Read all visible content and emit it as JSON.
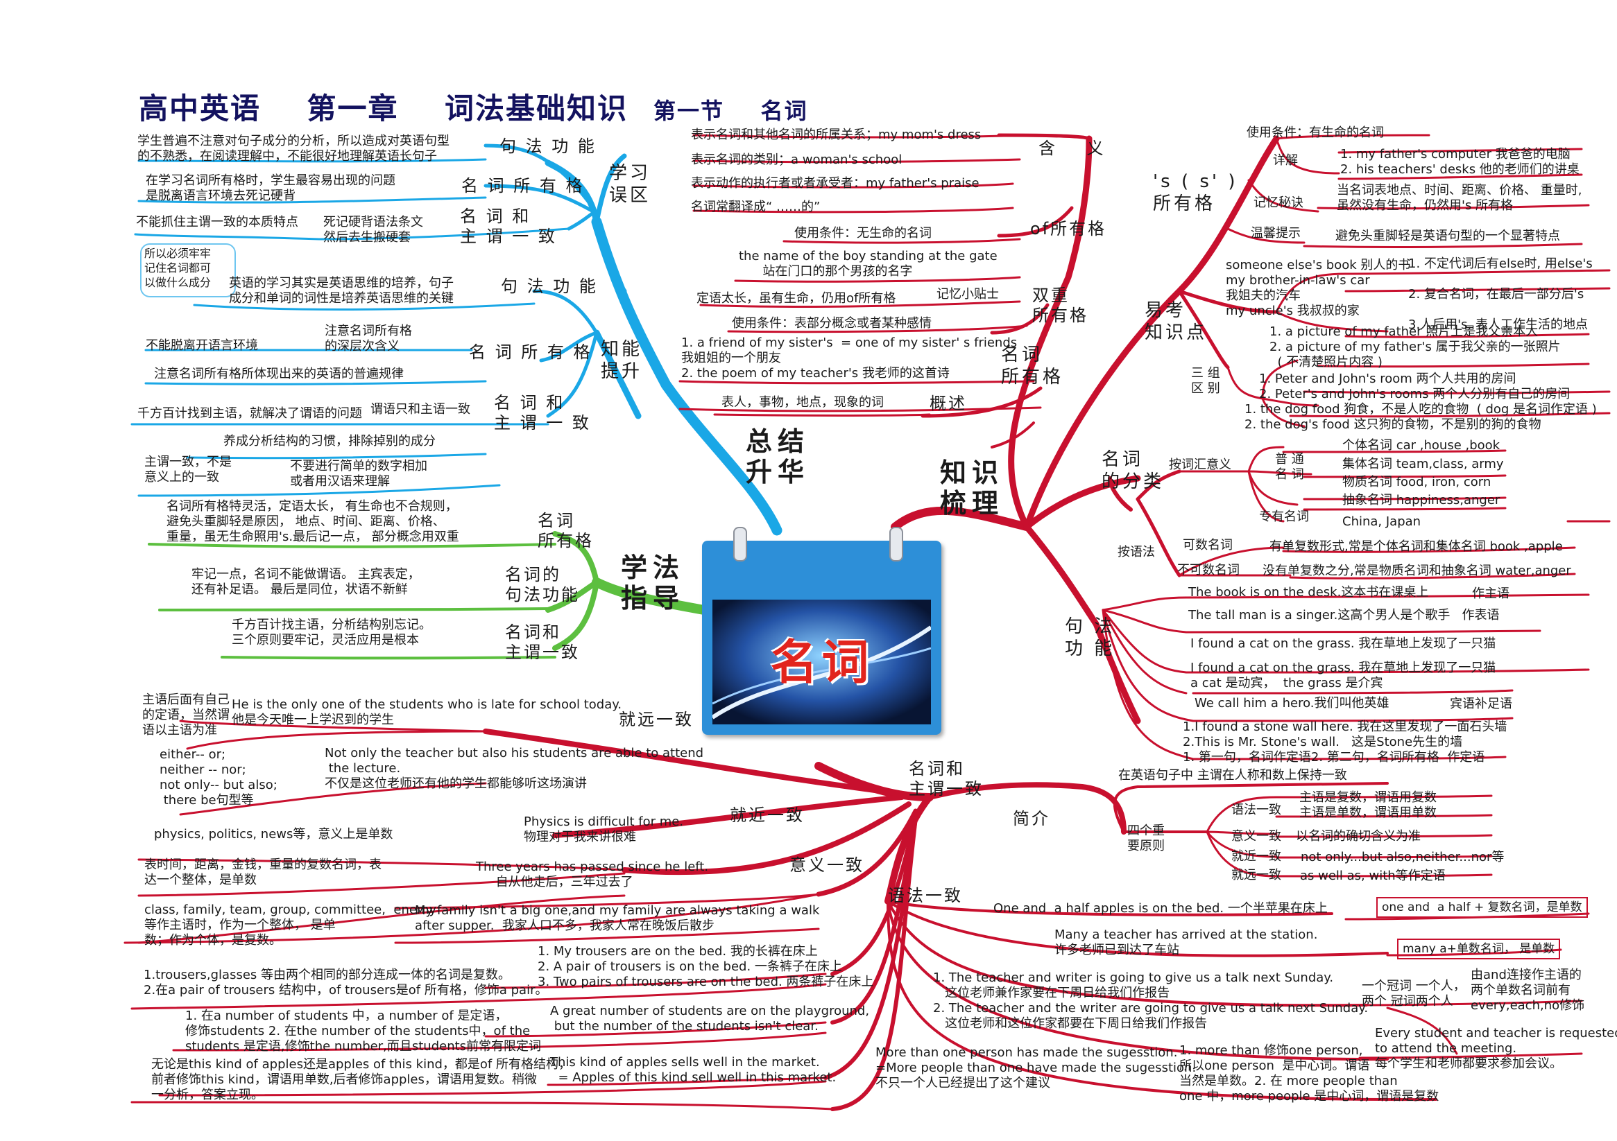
{
  "title": {
    "main": "高中英语    第一章    词法基础知识",
    "section": "第一节    名词"
  },
  "center": {
    "label": "名词"
  },
  "hubs": {
    "zongjie": "总结\n升华",
    "zhishi": "知识\n梳理",
    "xuefa": "学法\n指导"
  },
  "colors": {
    "blue": "#1aa7e6",
    "green": "#5cbf3f",
    "red": "#c8102e",
    "title": "#13125f"
  },
  "labels": [
    {
      "id": "b-xxwq",
      "text": "学习\n误区",
      "cls": "b2"
    },
    {
      "id": "b-znts",
      "text": "知能\n提升",
      "cls": "b2"
    },
    {
      "id": "b-jf1",
      "text": "句 法 功 能",
      "cls": "b1"
    },
    {
      "id": "b-mc1",
      "text": "名 词 所 有 格",
      "cls": "b1"
    },
    {
      "id": "b-mz1",
      "text": "名 词 和\n主 谓 一 致",
      "cls": "b1"
    },
    {
      "id": "b-jf2",
      "text": "句 法 功 能",
      "cls": "b1"
    },
    {
      "id": "b-mc2",
      "text": "名 词 所 有 格",
      "cls": "b1"
    },
    {
      "id": "b-mz2",
      "text": "名 词 和\n主 谓 一 致",
      "cls": "b1"
    },
    {
      "id": "g-mc",
      "text": "名词\n所有格",
      "cls": "b1"
    },
    {
      "id": "g-jf",
      "text": "名词的\n句法功能",
      "cls": "b1"
    },
    {
      "id": "g-mz",
      "text": "名词和\n主谓一致",
      "cls": "b1"
    },
    {
      "id": "r-hy",
      "text": "含    义",
      "cls": "b1"
    },
    {
      "id": "r-of",
      "text": "of所有格",
      "cls": "b1"
    },
    {
      "id": "r-sc",
      "text": "双重\n所有格",
      "cls": "b1"
    },
    {
      "id": "r-mc",
      "text": "名词\n所有格",
      "cls": "b2"
    },
    {
      "id": "r-gs",
      "text": "概述",
      "cls": "b1"
    },
    {
      "id": "r-s",
      "text": "'s ( s' )\n所有格",
      "cls": "b2"
    },
    {
      "id": "r-yk",
      "text": "易考\n知识点",
      "cls": "b2"
    },
    {
      "id": "r-fl",
      "text": "名词\n的分类",
      "cls": "b2"
    },
    {
      "id": "r-jf",
      "text": "句 法\n功 能",
      "cls": "b2"
    },
    {
      "id": "r-mz",
      "text": "名词和\n主谓一致",
      "cls": "b1"
    },
    {
      "id": "r-jj",
      "text": "简介",
      "cls": "b1"
    },
    {
      "id": "r-jyz",
      "text": "就远一致",
      "cls": "b1"
    },
    {
      "id": "r-jjz",
      "text": "就近一致",
      "cls": "b1"
    },
    {
      "id": "r-yyz",
      "text": "意义一致",
      "cls": "b1"
    },
    {
      "id": "r-yfz",
      "text": "语法一致",
      "cls": "b1"
    }
  ],
  "texts": [
    {
      "id": "w1",
      "text": "学生普遍不注意对句子成分的分析，所以造成对英语句型\n的不熟悉，在阅读理解中，不能很好地理解英语长句子"
    },
    {
      "id": "w2",
      "text": "在学习名词所有格时，学生最容易出现的问题\n是脱离语言环境去死记硬背"
    },
    {
      "id": "w3",
      "text": "不能抓住主谓一致的本质特点"
    },
    {
      "id": "w4",
      "text": "死记硬背语法条文\n然后去生搬硬套"
    },
    {
      "id": "z1",
      "text": "英语的学习其实是英语思维的培养，句子\n成分和单词的词性是培养英语思维的关键"
    },
    {
      "id": "z2",
      "text": "注意名词所有格\n的深层次含义"
    },
    {
      "id": "z3",
      "text": "不能脱离开语言环境"
    },
    {
      "id": "z4",
      "text": "注意名词所有格所体现出来的英语的普遍规律"
    },
    {
      "id": "z5",
      "text": "千方百计找到主语，就解决了谓语的问题"
    },
    {
      "id": "z6",
      "text": "谓语只和主语一致"
    },
    {
      "id": "z7",
      "text": "养成分析结构的习惯，排除掉别的成分"
    },
    {
      "id": "z8",
      "text": "主谓一致，不是\n意义上的一致"
    },
    {
      "id": "z9",
      "text": "不要进行简单的数字相加\n或者用汉语来理解"
    },
    {
      "id": "x1",
      "text": "名词所有格特灵活，定语太长， 有生命也不合规则，\n避免头重脚轻是原因， 地点、时间、距离、价格、\n重量，虽无生命照用's.最后记一点， 部分概念用双重"
    },
    {
      "id": "x2",
      "text": "牢记一点，名词不能做谓语。 主宾表定，\n还有补足语。 最后是同位，状语不新鲜"
    },
    {
      "id": "x3",
      "text": "千方百计找主语，分析结构别忘记。\n三个原则要牢记，灵活应用是根本"
    },
    {
      "id": "h1",
      "text": "表示名词和其他名词的所属关系；my mom's dress"
    },
    {
      "id": "h2",
      "text": "表示名词的类别；a woman's school"
    },
    {
      "id": "h3",
      "text": "表示动作的执行者或者承受者：my father's praise"
    },
    {
      "id": "h4",
      "text": "名词常翻译成“ ……的”"
    },
    {
      "id": "o1",
      "text": "使用条件：无生命的名词"
    },
    {
      "id": "o2",
      "text": "the name of the boy standing at the gate\n      站在门口的那个男孩的名字"
    },
    {
      "id": "o3",
      "text": "定语太长，虽有生命，仍用of所有格"
    },
    {
      "id": "o4",
      "text": "记忆小贴士"
    },
    {
      "id": "d1",
      "text": "使用条件：表部分概念或者某种感情"
    },
    {
      "id": "d2",
      "text": "1. a friend of my sister's  = one of my sister' s friends\n我姐姐的一个朋友\n2. the poem of my teacher's 我老师的这首诗"
    },
    {
      "id": "gs1",
      "text": "表人，事物，地点，现象的词"
    },
    {
      "id": "s1",
      "text": "使用条件：有生命的名词"
    },
    {
      "id": "s2",
      "text": "详解"
    },
    {
      "id": "s3",
      "text": "1. my father's computer 我爸爸的电脑\n2. his teachers' desks 他的老师们的讲桌"
    },
    {
      "id": "s4",
      "text": "记忆秘诀"
    },
    {
      "id": "s5",
      "text": "当名词表地点、时间、距离、价格、 重量时,\n虽然没有生命，仍然用's 所有格"
    },
    {
      "id": "s6",
      "text": "温馨提示"
    },
    {
      "id": "s7",
      "text": "避免头重脚轻是英语句型的一个显著特点"
    },
    {
      "id": "y1",
      "text": "someone else's book 别人的书\nmy brother-in-law's car\n我姐夫的汽车\nmy uncle's 我叔叔的家"
    },
    {
      "id": "y2",
      "text": "1. 不定代词后有else时, 用else's\n\n2. 复合名词，在最后一部分后's\n\n3.人后用's, 表人工作生活的地点"
    },
    {
      "id": "y3",
      "text": "1. a picture of my father 照片上是我父亲本人\n2. a picture of my father's 属于我父亲的一张照片\n  ( 不清楚照片内容 )"
    },
    {
      "id": "y4",
      "text": "三 组\n区 别"
    },
    {
      "id": "y5",
      "text": "1. Peter and John's room 两个人共用的房间\n2. Peter's and John's rooms 两个人分别有自己的房间"
    },
    {
      "id": "y6",
      "text": "1. the dog food 狗食，不是人吃的食物  ( dog 是名词作定语 )\n2. the dog's food 这只狗的食物，不是别的狗的食物"
    },
    {
      "id": "c1",
      "text": "按词汇意义"
    },
    {
      "id": "c2",
      "text": "普 通\n名 词"
    },
    {
      "id": "c3",
      "text": "个体名词 car ,house ,book"
    },
    {
      "id": "c4",
      "text": "集体名词 team,class, army"
    },
    {
      "id": "c5",
      "text": "物质名词 food, iron, corn"
    },
    {
      "id": "c6",
      "text": "抽象名词 happiness,anger"
    },
    {
      "id": "c7",
      "text": "专有名词"
    },
    {
      "id": "c8",
      "text": "China, Japan"
    },
    {
      "id": "c9",
      "text": "按语法"
    },
    {
      "id": "c10",
      "text": "可数名词"
    },
    {
      "id": "c11",
      "text": "有单复数形式,常是个体名词和集体名词 book ,apple"
    },
    {
      "id": "c12",
      "text": "不可数名词"
    },
    {
      "id": "c13",
      "text": "没有单复数之分,常是物质名词和抽象名词 water,anger"
    },
    {
      "id": "j1",
      "text": "The book is on the desk.这本书在课桌上"
    },
    {
      "id": "j1b",
      "text": "作主语"
    },
    {
      "id": "j2",
      "text": "The tall man is a singer.这高个男人是个歌手   作表语"
    },
    {
      "id": "j3",
      "text": "I found a cat on the grass. 我在草地上发现了一只猫"
    },
    {
      "id": "j4",
      "text": "I found a cat on the grass. 我在草地上发现了一只猫\na cat 是动宾，  the grass 是介宾"
    },
    {
      "id": "j5",
      "text": "We call him a hero.我们叫他英雄"
    },
    {
      "id": "j5b",
      "text": "宾语补足语"
    },
    {
      "id": "j6",
      "text": "1.I found a stone wall here. 我在这里发现了一面石头墙\n2.This is Mr. Stone's wall.   这是Stone先生的墙\n1. 第一句，名词作定语2. 第二句，名词所有格  作定语"
    },
    {
      "id": "jj1",
      "text": "在英语句子中 主谓在人称和数上保持一致"
    },
    {
      "id": "jj2",
      "text": "四个重\n要原则"
    },
    {
      "id": "jj3",
      "text": "语法一致"
    },
    {
      "id": "jj4",
      "text": "主语是复数，谓语用复数\n主语是单数，谓语用单数"
    },
    {
      "id": "jj5",
      "text": "意义一致"
    },
    {
      "id": "jj6",
      "text": "以名词的确切含义为准"
    },
    {
      "id": "jj7",
      "text": "就近一致"
    },
    {
      "id": "jj8",
      "text": "not only...but also,neither...nor等"
    },
    {
      "id": "jj9",
      "text": "就远一致"
    },
    {
      "id": "jj10",
      "text": "as well as, with等作定语"
    },
    {
      "id": "yf1",
      "text": "One and  a half apples is on the bed. 一个半苹果在床上"
    },
    {
      "id": "yf1b",
      "text": "one and  a half + 复数名词，是单数",
      "box": true
    },
    {
      "id": "yf2",
      "text": "Many a teacher has arrived at the station.\n许多老师已到达了车站"
    },
    {
      "id": "yf2b",
      "text": "many a+单数名词， 是单数",
      "box": true
    },
    {
      "id": "yf3",
      "text": "1. The teacher and writer is going to give us a talk next Sunday.\n   这位老师兼作家要在下周日给我们作报告\n2. The teacher and the writer are going to give us a talk next Sunday.\n   这位老师和这位作家都要在下周日给我们作报告"
    },
    {
      "id": "yf4",
      "text": "一个冠词 一个人，\n两个 冠词两个人"
    },
    {
      "id": "yf5",
      "text": "由and连接作主语的\n两个单数名词前有\nevery,each,no修饰"
    },
    {
      "id": "yf6",
      "text": "Every student and teacher is requested\nto attend the meeting.\n每个学生和老师都要求参加会议。"
    },
    {
      "id": "yf7",
      "text": "More than one person has made the sugesstion.\n=More people than one have made the sugesstion.\n不只一个人已经提出了这个建议"
    },
    {
      "id": "yf8",
      "text": "1. more than 修饰one person,\n所以one person  是中心词。谓语\n当然是单数。2. 在 more people than\none 中，more people 是中心词，谓语是复数"
    },
    {
      "id": "jy1",
      "text": "主语后面有自己\n的定语，当然谓\n语以主语为准"
    },
    {
      "id": "jy2",
      "text": "He is the only one of the students who is late for school today.\n他是今天唯一上学迟到的学生"
    },
    {
      "id": "jn1",
      "text": "either-- or;\nneither -- nor;\nnot only-- but also;\n there be句型等"
    },
    {
      "id": "jn2",
      "text": "Not only the teacher but also his students are able to attend\n the lecture.\n不仅是这位老师还有他的学生都能够听这场演讲"
    },
    {
      "id": "yy1",
      "text": "physics, politics, news等，意义上是单数"
    },
    {
      "id": "yy2",
      "text": "Physics is difficult for me.\n物理对于我来讲很难"
    },
    {
      "id": "yy3",
      "text": "表时间，距离，金钱，重量的复数名词，表\n达一个整体，是单数"
    },
    {
      "id": "yy4",
      "text": "Three years has passed since he left.\n     自从他走后，三年过去了"
    },
    {
      "id": "yy5",
      "text": "class, family, team, group, committee,  enemy\n等作主语时，作为一个整体， 是单\n数；作为个体，是复数。"
    },
    {
      "id": "yy6",
      "text": "My family isn't a big one,and my family are always taking a walk\nafter supper.  我家人口不多，我家人常在晚饭后散步"
    },
    {
      "id": "yy7",
      "text": "1.trousers,glasses 等由两个相同的部分连成一体的名词是复数。\n2.在a pair of trousers 结构中，of trousers是of 所有格，修饰a pair。"
    },
    {
      "id": "yy8",
      "text": "1. My trousers are on the bed. 我的长裤在床上\n2. A pair of trousers is on the bed. 一条裤子在床上\n3. Two pairs of trousers are on the bed. 两条裤子在床上"
    },
    {
      "id": "yy9",
      "text": "1. 在a number of students 中，a number of 是定语，\n修饰students 2. 在the number of the students中，of the\nstudents 是定语,修饰the number,而且students前常有限定词"
    },
    {
      "id": "yy10",
      "text": "A great number of students are on the playground,\n but the number of the students isn't clear."
    },
    {
      "id": "yy11",
      "text": "无论是this kind of apples还是apples of this kind，都是of 所有格结构，\n前者修饰this kind，谓语用单数,后者修饰apples，谓语用复数。稍微\n一分析，答案立现。"
    },
    {
      "id": "yy12",
      "text": "This kind of apples sells well in the market.\n  = Apples of this kind sell well in this market."
    }
  ]
}
